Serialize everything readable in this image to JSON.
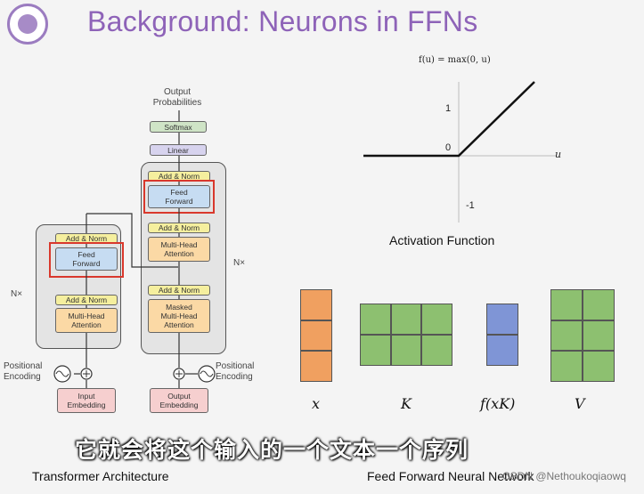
{
  "slide": {
    "title": "Background: Neurons in FFNs"
  },
  "transformer": {
    "output_probabilities": "Output\nProbabilities",
    "softmax": "Softmax",
    "linear": "Linear",
    "add_norm": "Add & Norm",
    "feed_forward": "Feed\nForward",
    "multi_head_attention": "Multi-Head\nAttention",
    "masked_multi_head_attention": "Masked\nMulti-Head\nAttention",
    "nx": "N×",
    "positional_encoding": "Positional\nEncoding",
    "input_embedding": "Input\nEmbedding",
    "output_embedding": "Output\nEmbedding",
    "caption": "Transformer Architecture"
  },
  "activation": {
    "formula": "f(u) = max(0, u)",
    "tick_1": "1",
    "tick_0": "0",
    "tick_neg1": "-1",
    "axis_u": "u",
    "caption": "Activation Function"
  },
  "ffn": {
    "label_x": "x",
    "label_k": "K",
    "label_fxk": "f(xK)",
    "label_v": "V",
    "caption": "Feed Forward Neural Network"
  },
  "subtitle": "它就会将这个输入的一个文本一个序列",
  "watermark": "CSDN @Nethoukoqiaowq",
  "colors": {
    "title": "#8e63b8",
    "highlight": "#d9382c",
    "x_vector": "#f0a060",
    "k_matrix": "#8dc070",
    "fxk_vector": "#7f95d6"
  }
}
